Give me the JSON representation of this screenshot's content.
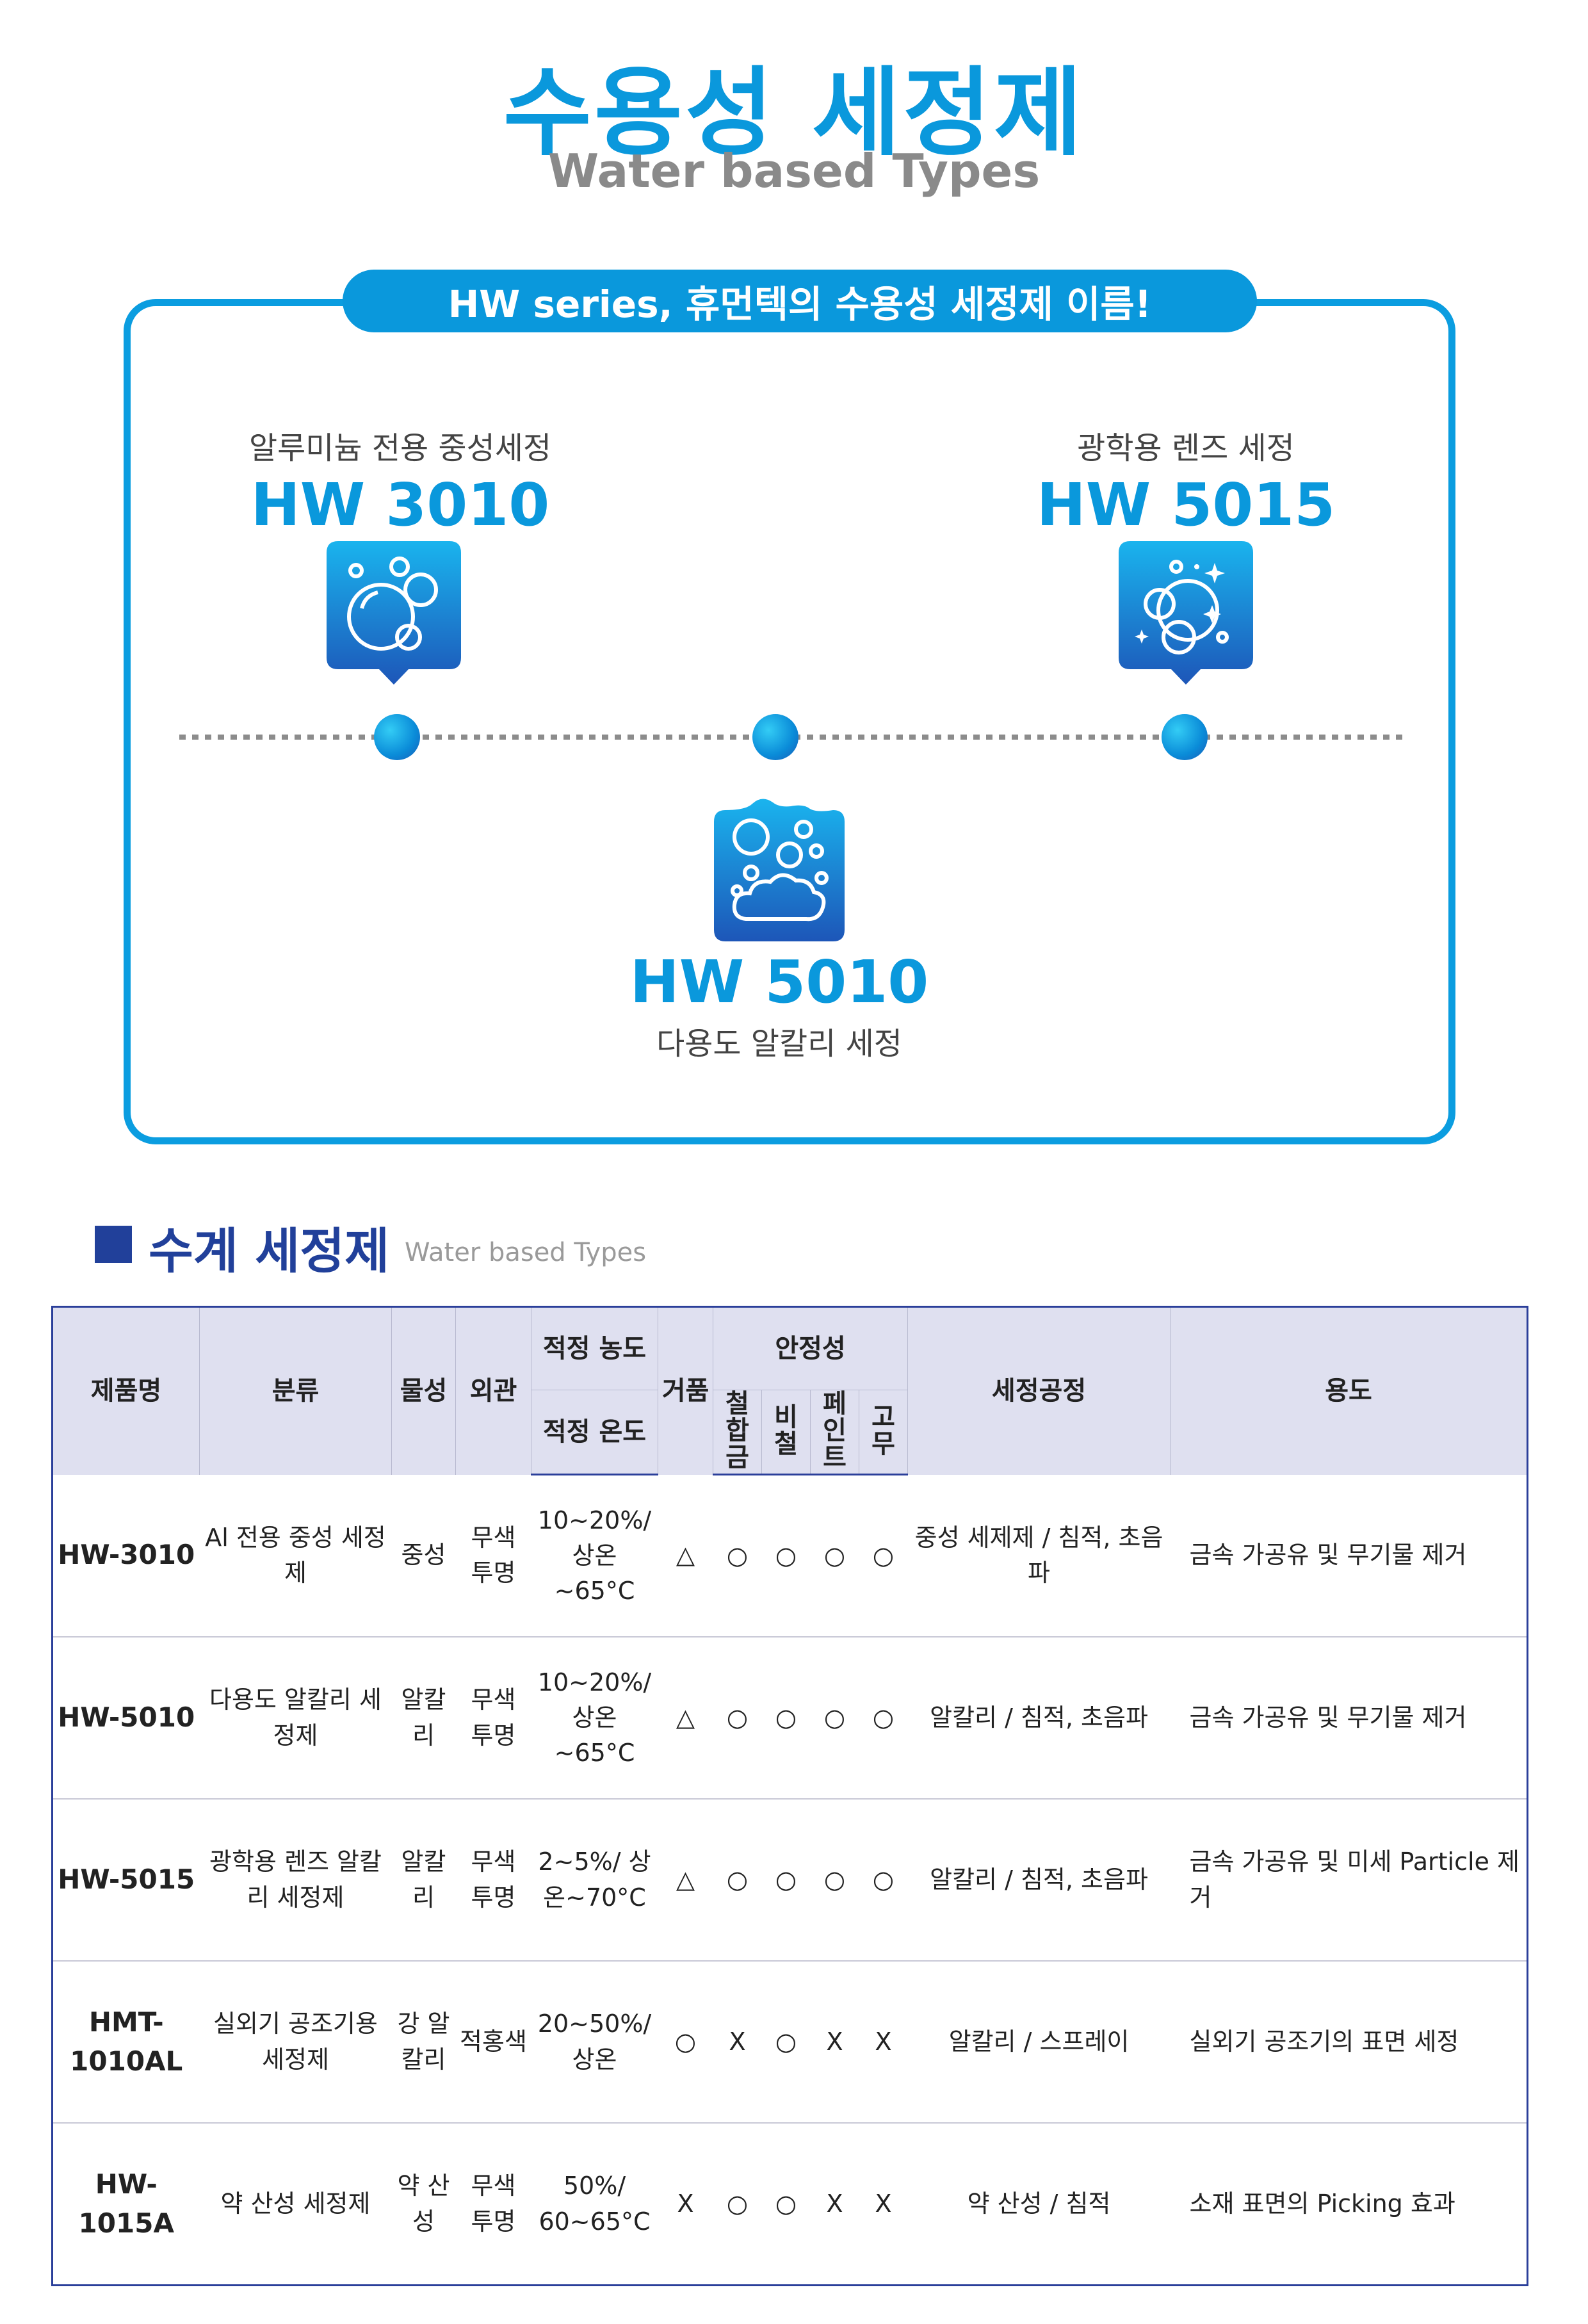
{
  "header": {
    "title": "수용성 세정제",
    "subtitle": "Water based Types"
  },
  "series": {
    "pill_text": "HW series, 휴먼텍의 수용성 세정제 이름!",
    "products": [
      {
        "desc": "알루미늄 전용 중성세정",
        "name": "HW 3010",
        "icon": "bubbles-icon"
      },
      {
        "desc": "광학용 렌즈 세정",
        "name": "HW 5015",
        "icon": "sparkle-bubbles-icon"
      },
      {
        "desc": "다용도 알칼리 세정",
        "name": "HW 5010",
        "icon": "foam-bubbles-icon"
      }
    ]
  },
  "section": {
    "title": "수계 세정제",
    "subtitle": "Water based Types"
  },
  "table": {
    "headers": {
      "name": "제품명",
      "category": "분류",
      "property": "물성",
      "appearance": "외관",
      "concentration": "적정 농도",
      "temperature": "적정 온도",
      "foam": "거품",
      "safety": "안정성",
      "safety_sub": [
        "철합금",
        "비철",
        "페인트",
        "고무"
      ],
      "process": "세정공정",
      "usage": "용도"
    },
    "rows": [
      {
        "name": "HW-3010",
        "category": "Al 전용 중성 세정제",
        "property": "중성",
        "appearance": "무색 투명",
        "conc_temp": "10~20%/ 상온~65°C",
        "foam": "△",
        "s1": "○",
        "s2": "○",
        "s3": "○",
        "s4": "○",
        "process": "중성 세제제 / 침적, 초음파",
        "usage": "금속 가공유 및 무기물 제거"
      },
      {
        "name": "HW-5010",
        "category": "다용도 알칼리 세정제",
        "property": "알칼리",
        "appearance": "무색 투명",
        "conc_temp": "10~20%/ 상온~65°C",
        "foam": "△",
        "s1": "○",
        "s2": "○",
        "s3": "○",
        "s4": "○",
        "process": "알칼리 / 침적, 초음파",
        "usage": "금속 가공유 및 무기물 제거"
      },
      {
        "name": "HW-5015",
        "category": "광학용 렌즈 알칼리 세정제",
        "property": "알칼리",
        "appearance": "무색 투명",
        "conc_temp": "2~5%/ 상온~70°C",
        "foam": "△",
        "s1": "○",
        "s2": "○",
        "s3": "○",
        "s4": "○",
        "process": "알칼리 / 침적, 초음파",
        "usage": "금속 가공유 및 미세 Particle 제거"
      },
      {
        "name": "HMT-1010AL",
        "category": "실외기 공조기용 세정제",
        "property": "강 알칼리",
        "appearance": "적홍색",
        "conc_temp": "20~50%/ 상온",
        "foam": "○",
        "s1": "X",
        "s2": "○",
        "s3": "X",
        "s4": "X",
        "process": "알칼리 / 스프레이",
        "usage": "실외기 공조기의 표면 세정"
      },
      {
        "name": "HW-1015A",
        "category": "약 산성 세정제",
        "property": "약 산성",
        "appearance": "무색 투명",
        "conc_temp": "50%/ 60~65°C",
        "foam": "X",
        "s1": "○",
        "s2": "○",
        "s3": "X",
        "s4": "X",
        "process": "약 산성 / 침적",
        "usage": "소재 표면의 Picking 효과"
      }
    ]
  }
}
